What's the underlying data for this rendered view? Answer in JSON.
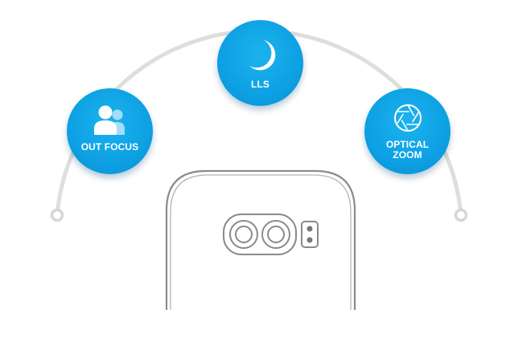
{
  "features": [
    {
      "id": "out-focus",
      "label": "OUT FOCUS",
      "icon": "people-icon"
    },
    {
      "id": "lls",
      "label": "LLS",
      "icon": "moon-icon"
    },
    {
      "id": "optical-zoom",
      "label": "OPTICAL\nZOOM",
      "icon": "aperture-icon"
    }
  ],
  "colors": {
    "circle_fill": "#0ea2e4",
    "arc_line": "#dedede",
    "phone_outline": "#8c8c8c",
    "background": "#ffffff"
  }
}
